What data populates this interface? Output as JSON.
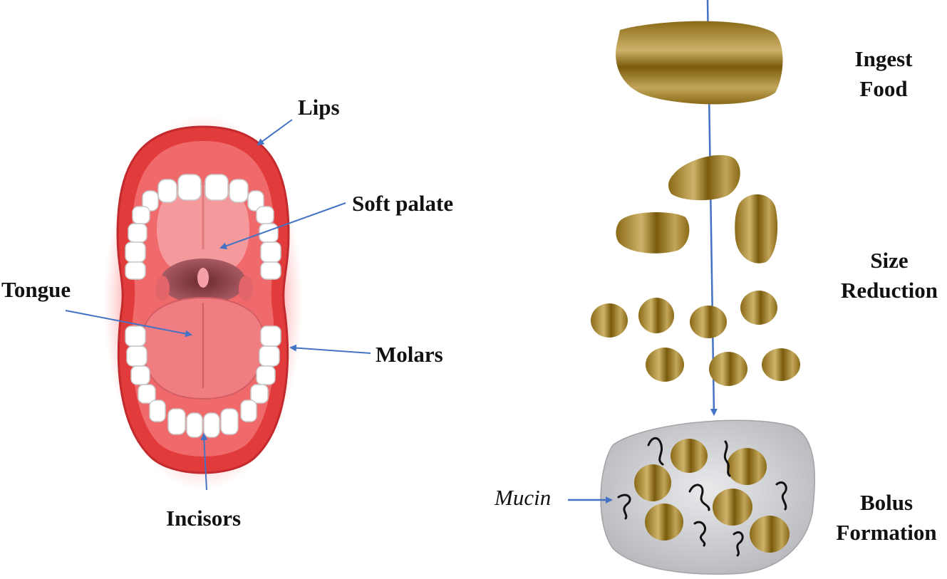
{
  "mouth": {
    "labels": {
      "lips": "Lips",
      "soft_palate": "Soft palate",
      "tongue": "Tongue",
      "molars": "Molars",
      "incisors": "Incisors"
    }
  },
  "digestion": {
    "stages": [
      {
        "line1": "Ingest",
        "line2": "Food"
      },
      {
        "line1": "Size",
        "line2": "Reduction"
      },
      {
        "line1": "Bolus",
        "line2": "Formation"
      }
    ],
    "mucin_label": "Mucin"
  },
  "colors": {
    "arrow": "#4472c4",
    "food": "#8b6914",
    "food_highlight": "#cdb36a",
    "lip": "#e8403f",
    "mouth_glow": "#ff9a9a",
    "bolus": "#c8c9cc",
    "mucin": "#111111"
  }
}
